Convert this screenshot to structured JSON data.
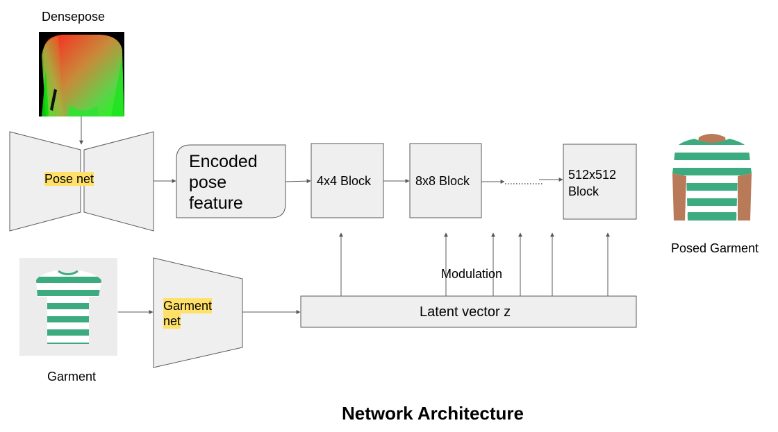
{
  "title": "Network Architecture",
  "inputs": {
    "densepose_label": "Densepose",
    "garment_label": "Garment"
  },
  "output": {
    "posed_garment_label": "Posed Garment"
  },
  "nodes": {
    "pose_net": "Pose net",
    "garment_net_line1": "Garment",
    "garment_net_line2": "net",
    "encoded_line1": "Encoded",
    "encoded_line2": "pose",
    "encoded_line3": "feature",
    "block_4x4": "4x4 Block",
    "block_8x8": "8x8 Block",
    "block_512_line1": "512x512",
    "block_512_line2": "Block",
    "latent": "Latent vector z",
    "modulation": "Modulation"
  },
  "colors": {
    "box_fill": "#efefef",
    "box_stroke": "#595959",
    "arrow": "#595959",
    "highlight": "#ffe16a",
    "stripe_green": "#3dab80",
    "shirt_white": "#ffffff",
    "skin": "#b97a5a"
  }
}
